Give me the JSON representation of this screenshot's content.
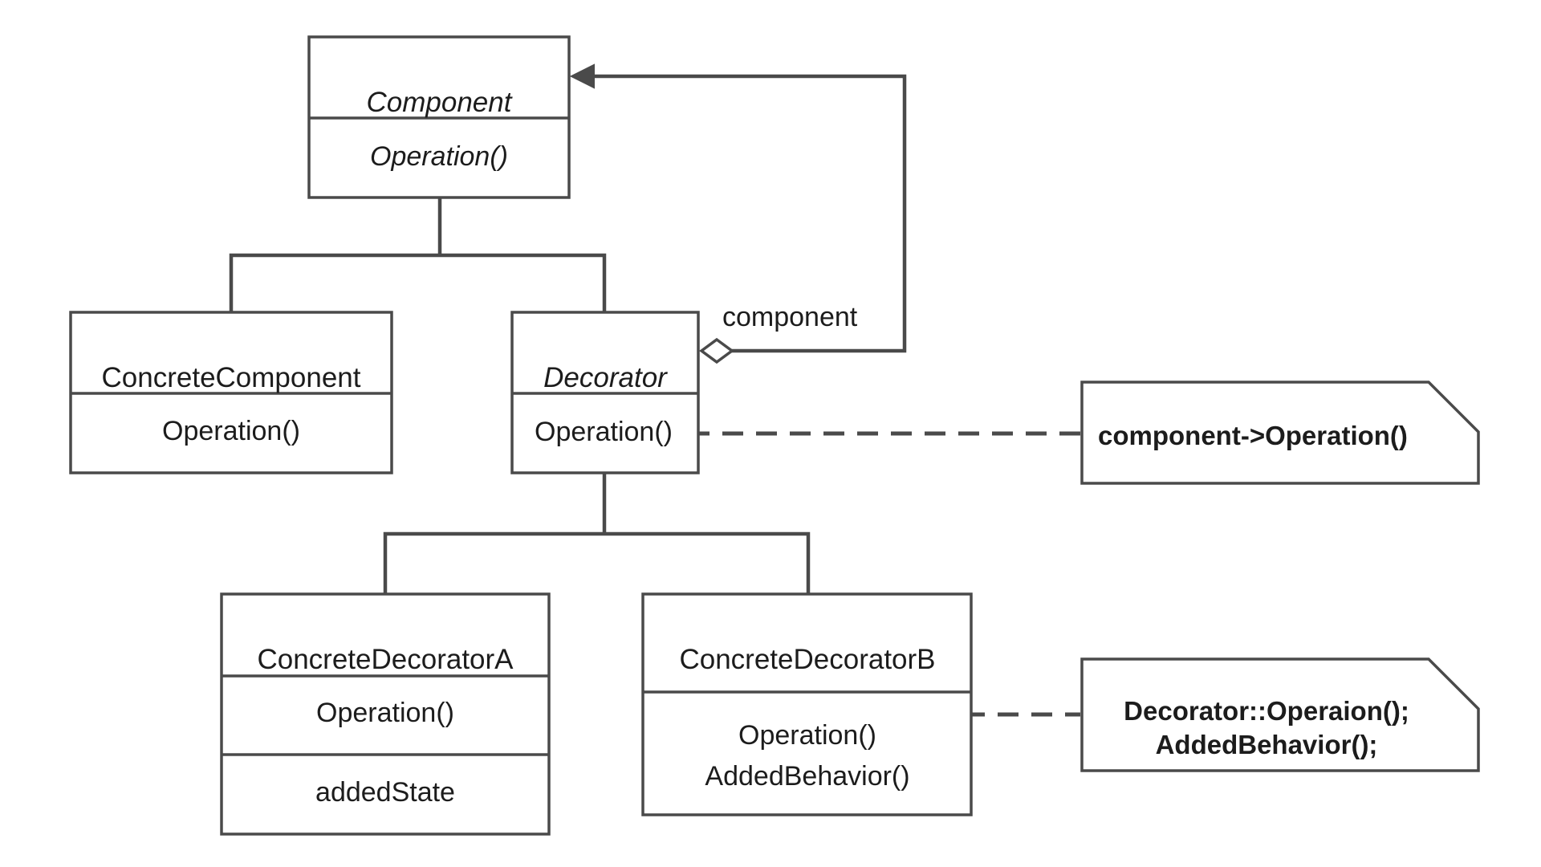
{
  "classes": {
    "component": {
      "name": "Component",
      "operation": "Operation()"
    },
    "concrete_component": {
      "name": "ConcreteComponent",
      "operation": "Operation()"
    },
    "decorator": {
      "name": "Decorator",
      "operation": "Operation()"
    },
    "concrete_decorator_a": {
      "name": "ConcreteDecoratorA",
      "operation": "Operation()",
      "attribute": "addedState"
    },
    "concrete_decorator_b": {
      "name": "ConcreteDecoratorB",
      "operation_1": "Operation()",
      "operation_2": "AddedBehavior()"
    }
  },
  "relations": {
    "aggregation_label": "component"
  },
  "notes": {
    "decorator_note": "component->Operation()",
    "decorator_b_note_line_1": "Decorator::Operaion();",
    "decorator_b_note_line_2": "AddedBehavior();"
  },
  "colors": {
    "stroke": "#4a4a4a",
    "text": "#1c1c1c",
    "background": "#ffffff"
  }
}
